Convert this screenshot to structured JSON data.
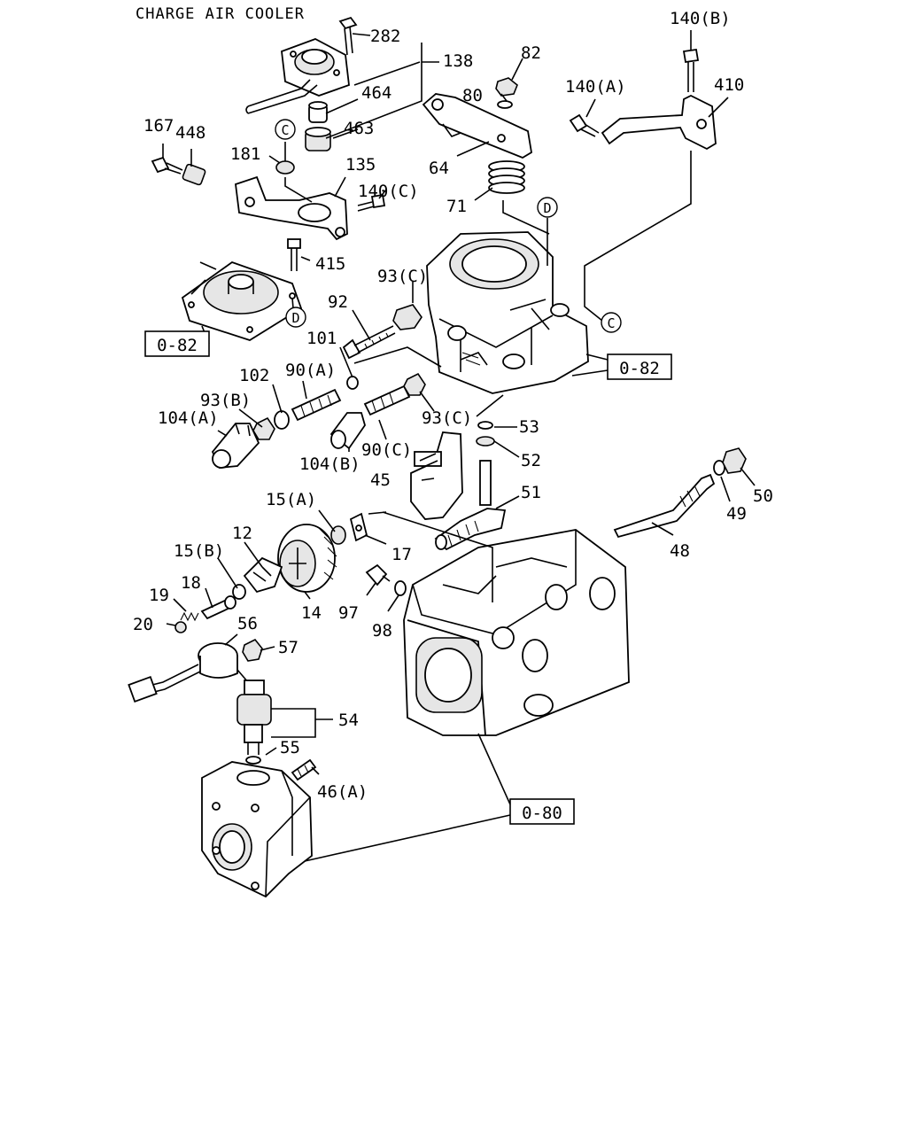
{
  "title": "CHARGE AIR COOLER",
  "labels": {
    "l282": "282",
    "l138": "138",
    "l464": "464",
    "l463": "463",
    "l167": "167",
    "l448": "448",
    "l181": "181",
    "l135": "135",
    "l140c_a": "140(C)",
    "l415": "415",
    "l93c_a": "93(C)",
    "l92": "92",
    "l101": "101",
    "l102": "102",
    "l90a": "90(A)",
    "l93b": "93(B)",
    "l104a": "104(A)",
    "l104b": "104(B)",
    "l90c": "90(C)",
    "l93c_b": "93(C)",
    "l45": "45",
    "l53": "53",
    "l52": "52",
    "l51": "51",
    "l15a": "15(A)",
    "l12": "12",
    "l15b": "15(B)",
    "l17": "17",
    "l18": "18",
    "l19": "19",
    "l20": "20",
    "l14": "14",
    "l97": "97",
    "l98": "98",
    "l56": "56",
    "l57": "57",
    "l54": "54",
    "l55": "55",
    "l46a": "46(A)",
    "l48": "48",
    "l49": "49",
    "l50": "50",
    "l82": "82",
    "l80": "80",
    "l64": "64",
    "l71": "71",
    "l140b": "140(B)",
    "l140a": "140(A)",
    "l410": "410"
  },
  "callouts": {
    "c1": "C",
    "c2": "C",
    "d1": "D",
    "d2": "D"
  },
  "ref_boxes": {
    "box1": "0-82",
    "box2": "0-82",
    "box3": "0-80"
  }
}
